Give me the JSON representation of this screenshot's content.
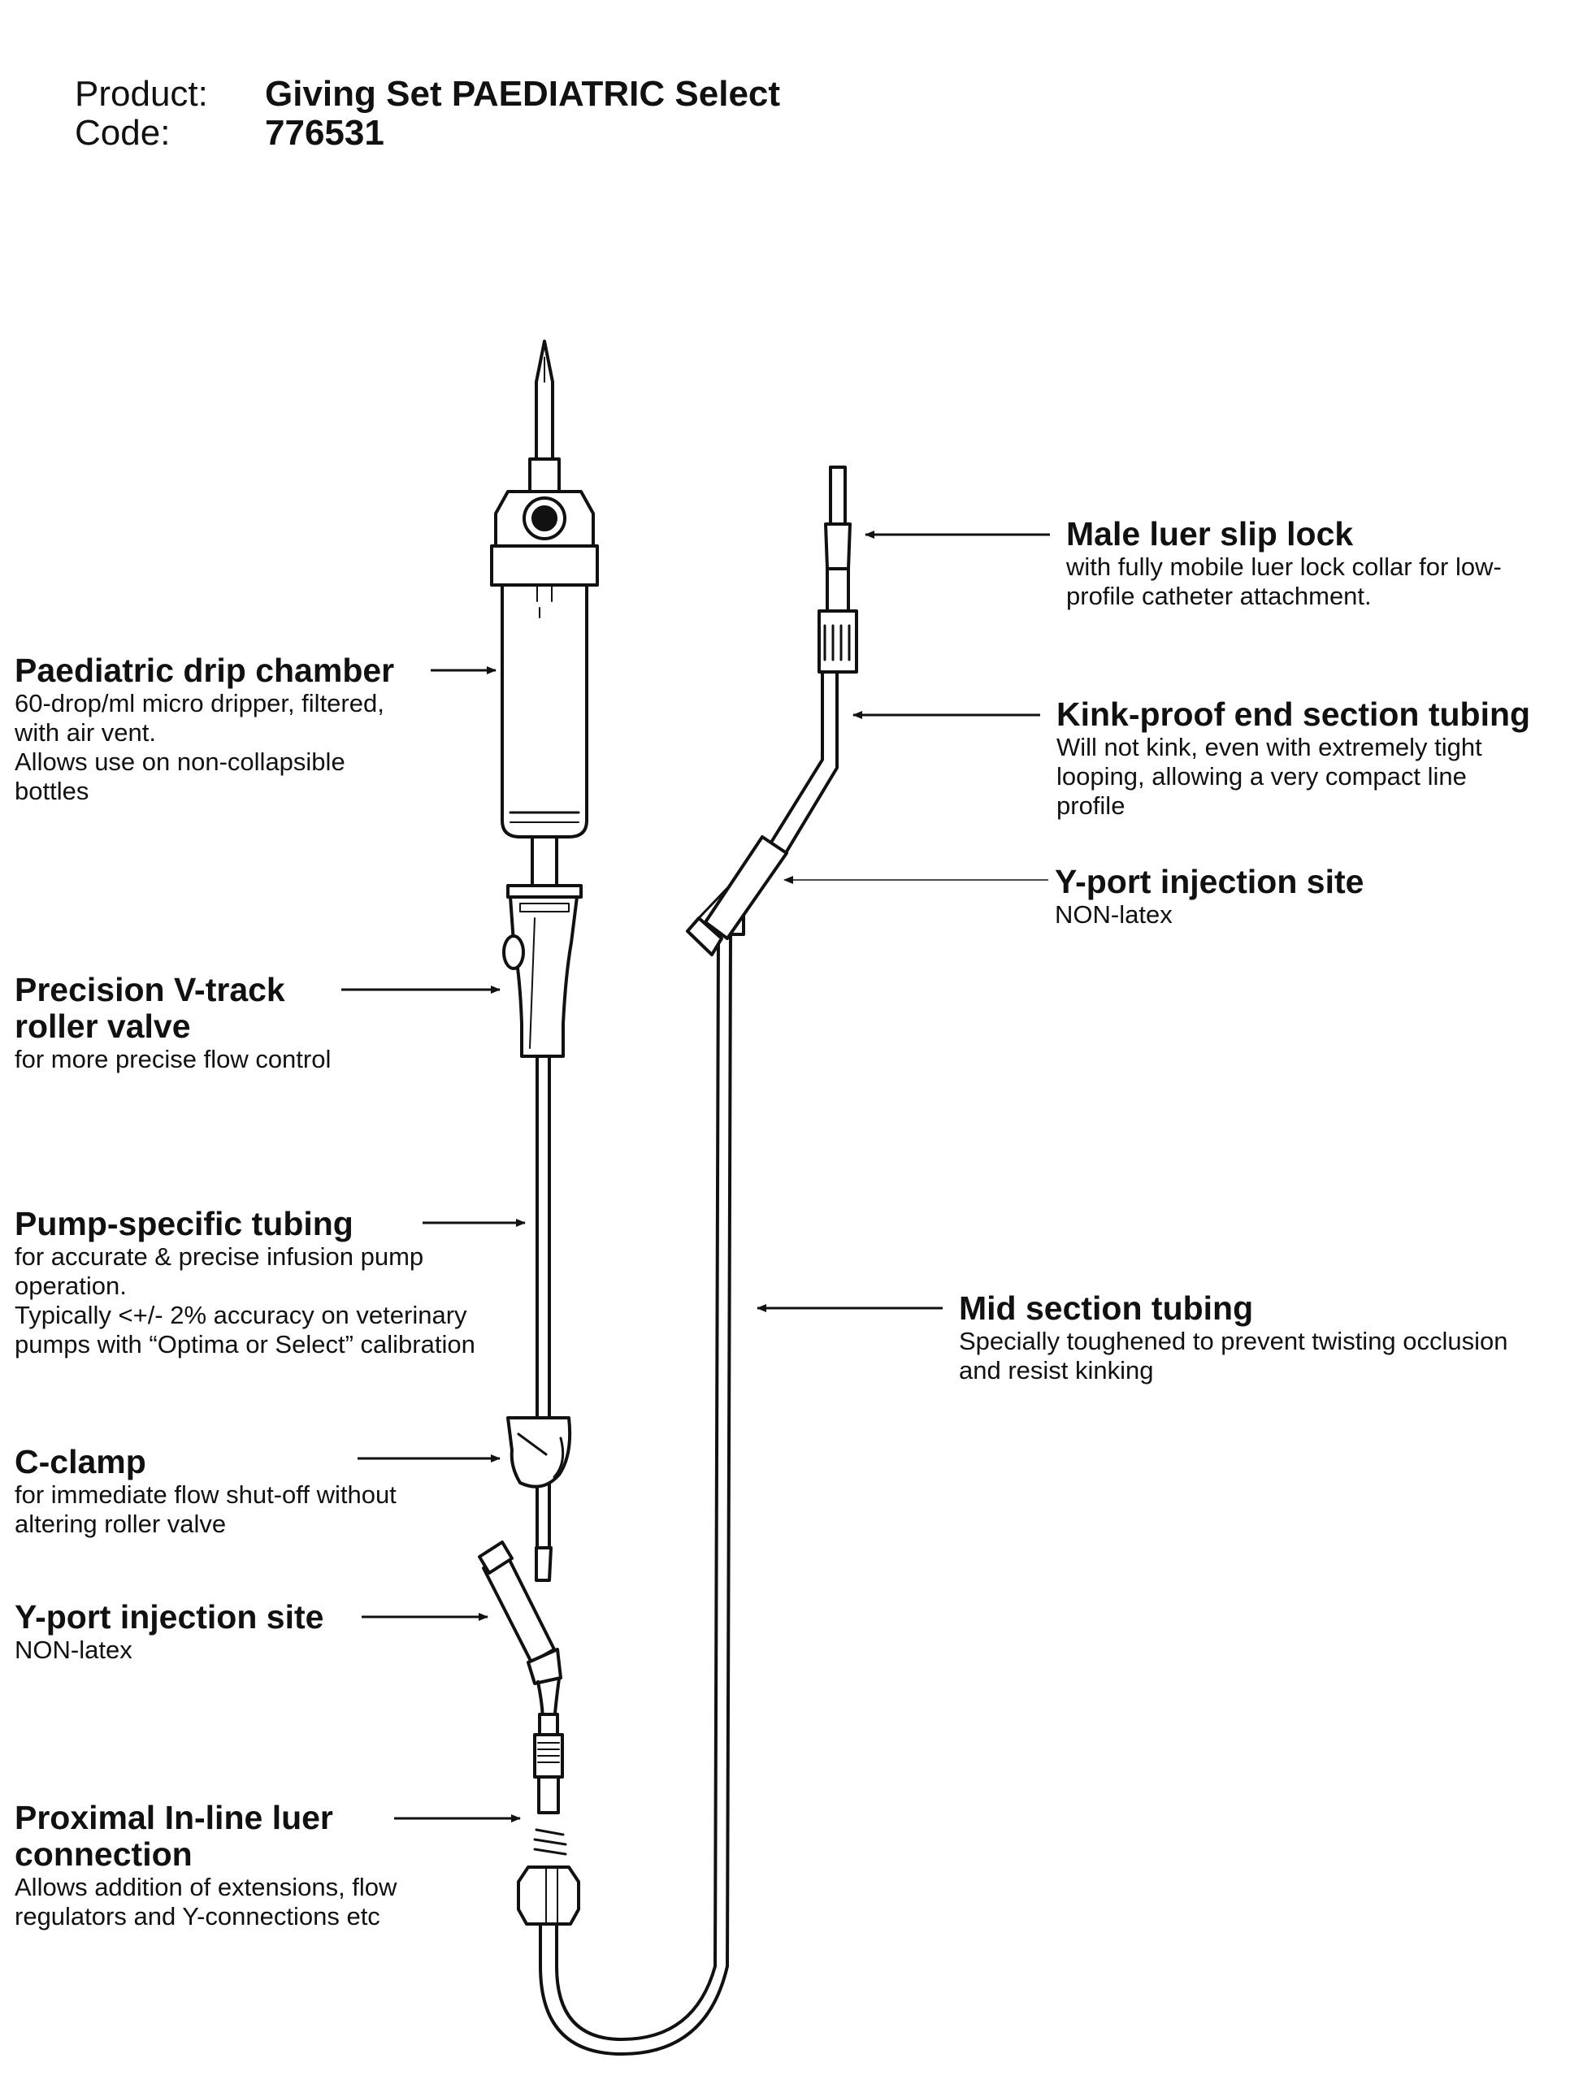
{
  "header": {
    "product_label": "Product:",
    "product_value": "Giving Set PAEDIATRIC Select",
    "code_label": "Code:",
    "code_value": "776531"
  },
  "callouts": {
    "drip_chamber": {
      "title": "Paediatric drip chamber",
      "lines": [
        "60-drop/ml micro dripper, filtered,",
        "with air vent.",
        "Allows use on non-collapsible",
        "bottles"
      ]
    },
    "roller_valve": {
      "title_lines": [
        "Precision V-track",
        "roller valve"
      ],
      "lines": [
        "for more precise flow control"
      ]
    },
    "pump_tubing": {
      "title": "Pump-specific tubing",
      "lines": [
        "for accurate & precise infusion pump",
        "operation.",
        "Typically <+/- 2% accuracy on veterinary",
        "pumps with “Optima or Select” calibration"
      ]
    },
    "c_clamp": {
      "title": "C-clamp",
      "lines": [
        "for immediate flow shut-off without",
        "altering roller valve"
      ]
    },
    "y_port_left": {
      "title": "Y-port injection site",
      "lines": [
        "NON-latex"
      ]
    },
    "luer_connection": {
      "title_lines": [
        "Proximal In-line luer",
        "connection"
      ],
      "lines": [
        "Allows addition of extensions, flow",
        "regulators and Y-connections etc"
      ]
    },
    "male_luer": {
      "title": "Male luer slip lock",
      "lines": [
        "with fully mobile luer lock collar for low-",
        "profile catheter attachment."
      ]
    },
    "kink_proof": {
      "title": "Kink-proof end section tubing",
      "lines": [
        "Will not kink, even with extremely tight",
        "looping, allowing a very compact line",
        "profile"
      ]
    },
    "y_port_right": {
      "title": "Y-port injection site",
      "lines": [
        "NON-latex"
      ]
    },
    "mid_section": {
      "title": "Mid section tubing",
      "lines": [
        "Specially toughened to prevent twisting occlusion",
        "and resist kinking"
      ]
    }
  },
  "colors": {
    "ink": "#111111",
    "background": "#ffffff"
  }
}
